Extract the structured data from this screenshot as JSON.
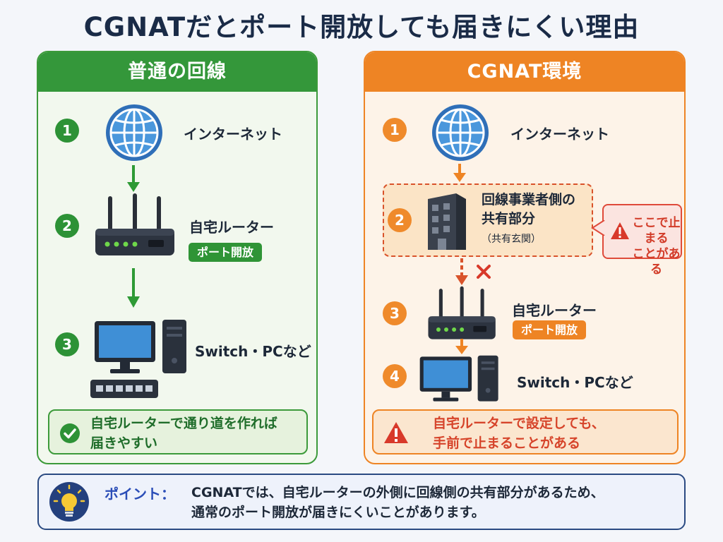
{
  "title": "CGNATだとポート開放しても届きにくい理由",
  "normal": {
    "header": "普通の回線",
    "steps": [
      {
        "num": "1",
        "label": "インターネット"
      },
      {
        "num": "2",
        "label": "自宅ルーター",
        "tag": "ポート開放"
      },
      {
        "num": "3",
        "label": "Switch・PCなど"
      }
    ],
    "note": {
      "line1": "自宅ルーターで通り道を作れば",
      "line2": "届きやすい"
    }
  },
  "cgnat": {
    "header": "CGNAT環境",
    "steps": [
      {
        "num": "1",
        "label": "インターネット"
      },
      {
        "num": "2",
        "label_line1": "回線事業者側の",
        "label_line2": "共有部分",
        "sub": "（共有玄関）"
      },
      {
        "num": "3",
        "label": "自宅ルーター",
        "tag": "ポート開放"
      },
      {
        "num": "4",
        "label": "Switch・PCなど"
      }
    ],
    "callout": {
      "line1": "ここで止まる",
      "line2": "ことがある"
    },
    "note": {
      "line1": "自宅ルーターで設定しても、",
      "line2": "手前で止まることがある"
    }
  },
  "point": {
    "label": "ポイント：",
    "line1": "CGNATでは、自宅ルーターの外側に回線側の共有部分があるため、",
    "line2": "通常のポート開放が届きにくいことがあります。"
  },
  "colors": {
    "green": "#34973a",
    "orange": "#ee8424",
    "red": "#df4a3a",
    "navy": "#1a2b47",
    "blue": "#2a4db7"
  },
  "icons": [
    "globe-icon",
    "router-icon",
    "desktop-pc-icon",
    "network-switch-icon",
    "building-icon",
    "warning-icon",
    "check-icon",
    "lightbulb-icon",
    "arrow-down-icon",
    "blocked-x-icon"
  ]
}
